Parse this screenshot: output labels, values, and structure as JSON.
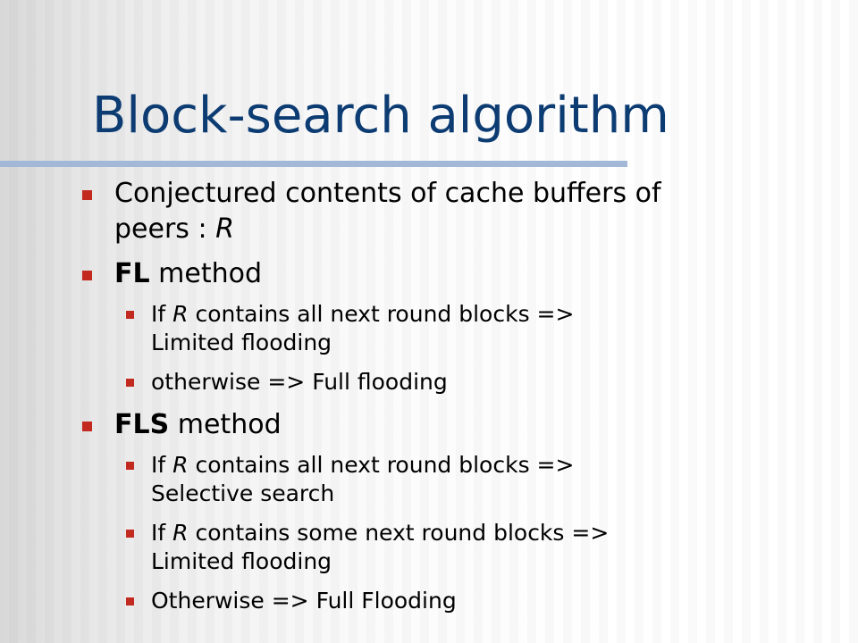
{
  "slide": {
    "title": "Block-search algorithm",
    "colors": {
      "title": "#0d3c73",
      "rule": "#a3b7d6",
      "bullet": "#c32a1f",
      "text": "#000000"
    },
    "items": {
      "b1": {
        "line1": "Conjectured contents of cache buffers of",
        "line2_a": "peers : ",
        "line2_var": "R"
      },
      "b2": {
        "strong": "FL",
        "rest": " method",
        "subs": {
          "s1": {
            "pre": "If ",
            "var": "R",
            "post": " contains all next round blocks =>",
            "line2": "Limited flooding"
          },
          "s2": {
            "text": "otherwise => Full flooding"
          }
        }
      },
      "b3": {
        "strong": "FLS",
        "rest": " method",
        "subs": {
          "s1": {
            "pre": "If ",
            "var": "R",
            "post": " contains all next round blocks =>",
            "line2": "Selective search"
          },
          "s2": {
            "pre": "If ",
            "var": "R",
            "post": " contains some next round blocks =>",
            "line2": "Limited flooding"
          },
          "s3": {
            "text": "Otherwise => Full Flooding"
          }
        }
      }
    }
  }
}
